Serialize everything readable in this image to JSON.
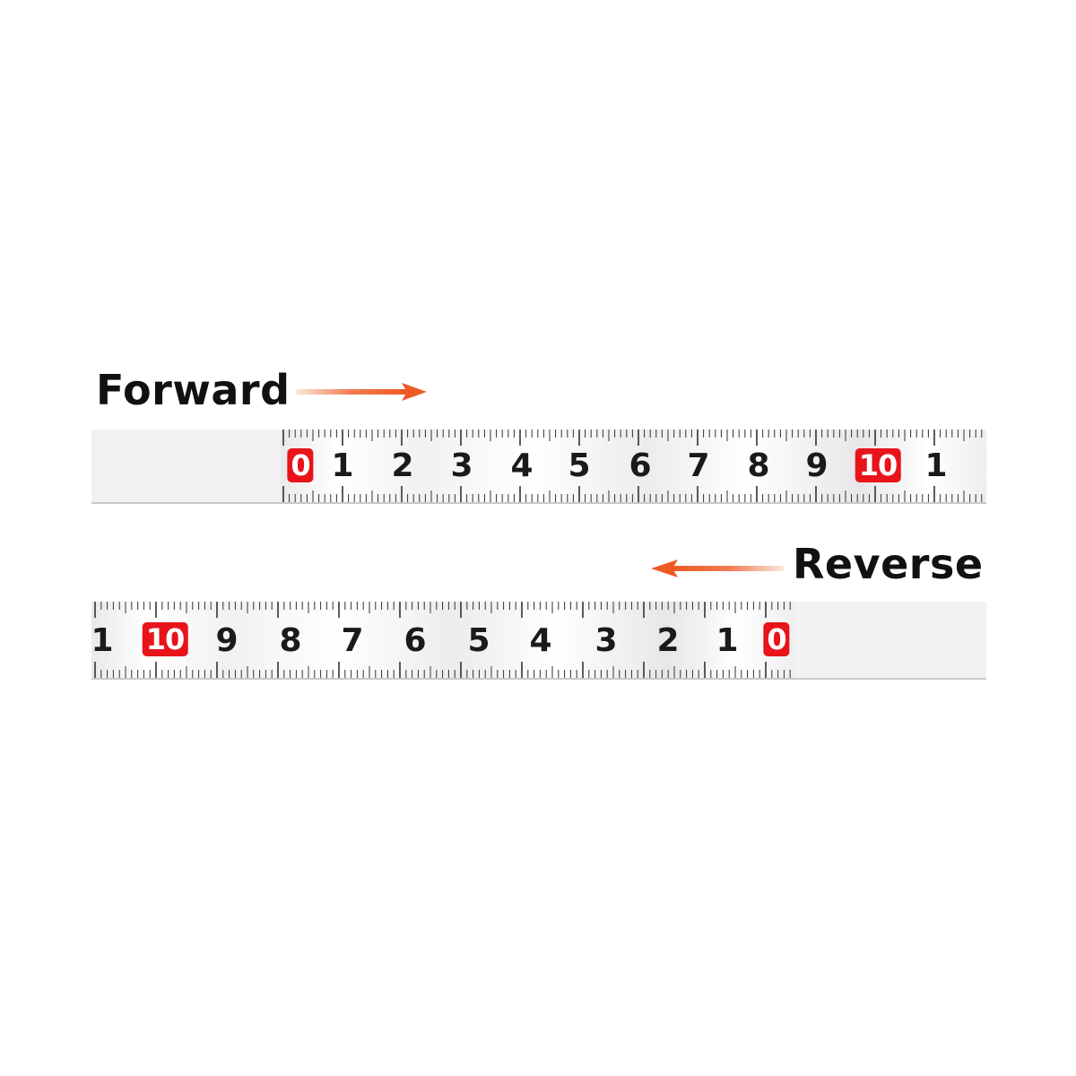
{
  "forward": {
    "label": "Forward",
    "arrow_color": "#ee5a24",
    "numbers": [
      "0",
      "1",
      "2",
      "3",
      "4",
      "5",
      "6",
      "7",
      "8",
      "9",
      "10",
      "1"
    ],
    "highlighted": [
      "0",
      "10"
    ]
  },
  "reverse": {
    "label": "Reverse",
    "arrow_color": "#ee5a24",
    "numbers": [
      "1",
      "10",
      "9",
      "8",
      "7",
      "6",
      "5",
      "4",
      "3",
      "2",
      "1",
      "0"
    ],
    "highlighted": [
      "10",
      "0"
    ]
  },
  "colors": {
    "highlight": "#e8141a",
    "text": "#111111",
    "tape": "#ffffff",
    "strip": "#f2f2f3"
  }
}
